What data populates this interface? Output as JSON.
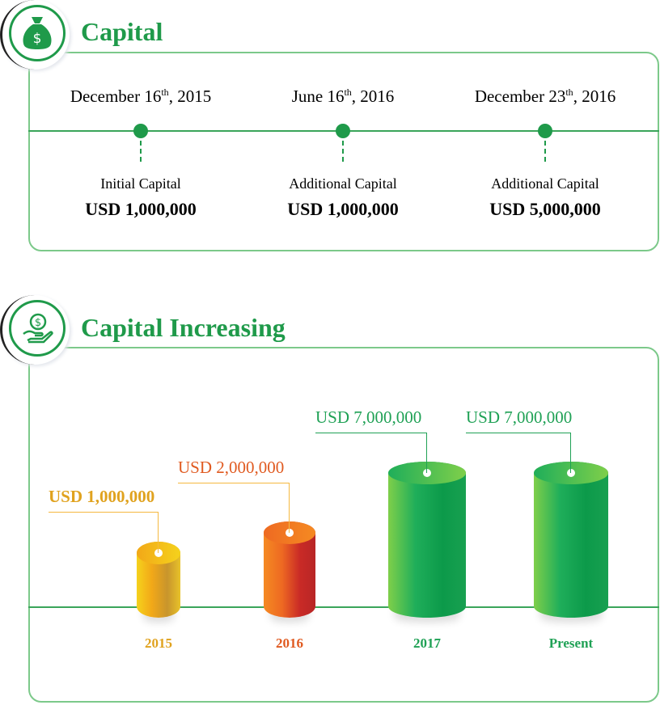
{
  "capital": {
    "title": "Capital",
    "icon": "money-bag-icon",
    "events": [
      {
        "date_pre": "December 16",
        "date_sup": "th",
        "date_post": ", 2015",
        "label": "Initial Capital",
        "amount": "USD 1,000,000"
      },
      {
        "date_pre": "June 16",
        "date_sup": "th",
        "date_post": ", 2016",
        "label": "Additional Capital",
        "amount": "USD 1,000,000"
      },
      {
        "date_pre": "December 23",
        "date_sup": "th",
        "date_post": ", 2016",
        "label": "Additional Capital",
        "amount": "USD 5,000,000"
      }
    ]
  },
  "increasing": {
    "title": "Capital Increasing",
    "icon": "hand-coin-icon"
  },
  "chart_data": {
    "type": "bar",
    "title": "Capital Increasing",
    "categories": [
      "2015",
      "2016",
      "2017",
      "Present"
    ],
    "values": [
      1000000,
      2000000,
      7000000,
      7000000
    ],
    "value_labels": [
      "USD 1,000,000",
      "USD 2,000,000",
      "USD 7,000,000",
      "USD 7,000,000"
    ],
    "colors": [
      "#e0a21e",
      "#e05a20",
      "#1fa155",
      "#1fa155"
    ],
    "unit": "USD"
  }
}
